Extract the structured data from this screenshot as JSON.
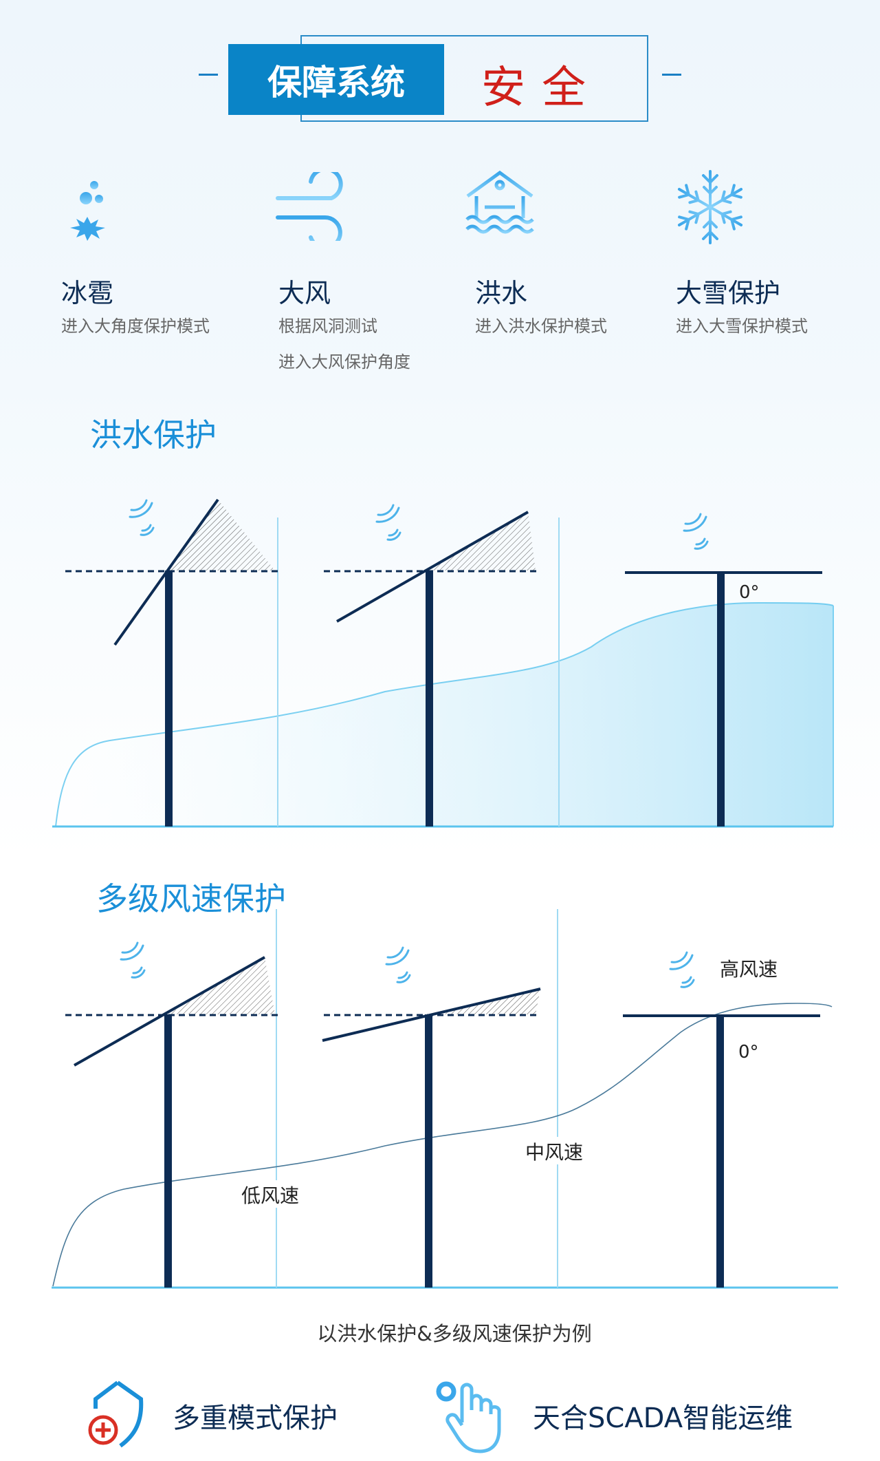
{
  "header": {
    "title_left": "保障系统",
    "title_right": "安全"
  },
  "features": [
    {
      "icon": "hail-icon",
      "title": "冰雹",
      "desc": [
        "进入大角度保护模式"
      ]
    },
    {
      "icon": "wind-icon",
      "title": "大风",
      "desc": [
        "根据风洞测试",
        "进入大风保护角度"
      ]
    },
    {
      "icon": "flood-house-icon",
      "title": "洪水",
      "desc": [
        "进入洪水保护模式"
      ]
    },
    {
      "icon": "snowflake-icon",
      "title": "大雪保护",
      "desc": [
        "进入大雪保护模式"
      ]
    }
  ],
  "flood_section": {
    "title": "洪水保护",
    "angle_label": "0°"
  },
  "wind_section": {
    "title": "多级风速保护",
    "low": "低风速",
    "mid": "中风速",
    "high": "高风速",
    "angle_label": "0°"
  },
  "caption": "以洪水保护&多级风速保护为例",
  "bottom": [
    {
      "icon": "shield-plus-icon",
      "label": "多重模式保护"
    },
    {
      "icon": "hand-pointer-icon",
      "label": "天合SCADA智能运维"
    }
  ],
  "colors": {
    "brand_blue": "#0a84c7",
    "red": "#d0201a",
    "navy": "#0d2c54",
    "light_blue": "#5bbcf0"
  }
}
